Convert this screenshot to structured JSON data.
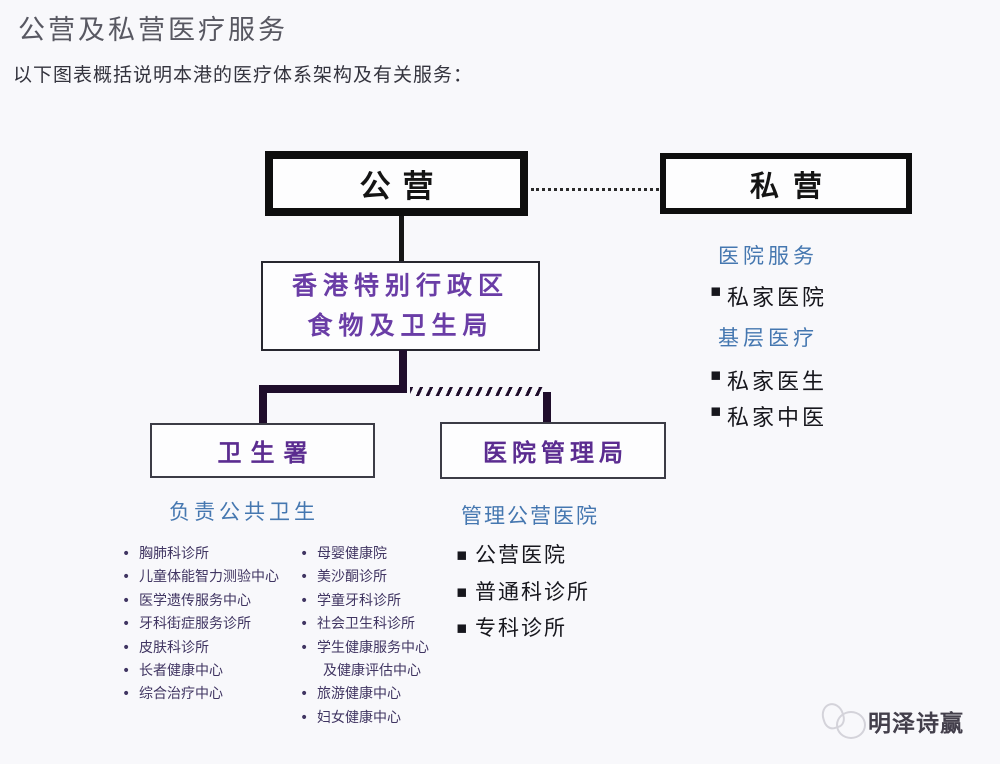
{
  "page": {
    "title": "公营及私营医疗服务",
    "subtitle": "以下图表概括说明本港的医疗体系架构及有关服务："
  },
  "colors": {
    "accent_purple": "#5b2c90",
    "accent_blue": "#4577b0",
    "connector_dark": "#1f0d2b",
    "box_border_black": "#0e0e0e"
  },
  "diagram": {
    "public_box": "公营",
    "private_box": "私营",
    "fhb_box": {
      "line1": "香港特别行政区",
      "line2": "食物及卫生局"
    },
    "dh_box": "卫生署",
    "ha_box": "医院管理局",
    "dh_caption": "负责公共卫生",
    "ha_caption": "管理公营医院",
    "dh_services_col1": [
      "胸肺科诊所",
      "儿童体能智力测验中心",
      "医学遗传服务中心",
      "牙科街症服务诊所",
      "皮肤科诊所",
      "长者健康中心",
      "综合治疗中心"
    ],
    "dh_services_col2": [
      "母婴健康院",
      "美沙酮诊所",
      "学童牙科诊所",
      "社会卫生科诊所",
      "学生健康服务中心",
      "及健康评估中心",
      "旅游健康中心",
      "妇女健康中心"
    ],
    "ha_services": [
      "公营医院",
      "普通科诊所",
      "专科诊所"
    ],
    "private_sections": [
      {
        "heading": "医院服务",
        "items": [
          "私家医院"
        ]
      },
      {
        "heading": "基层医疗",
        "items": [
          "私家医生",
          "私家中医"
        ]
      }
    ]
  },
  "watermark": {
    "text": "明泽诗赢"
  }
}
